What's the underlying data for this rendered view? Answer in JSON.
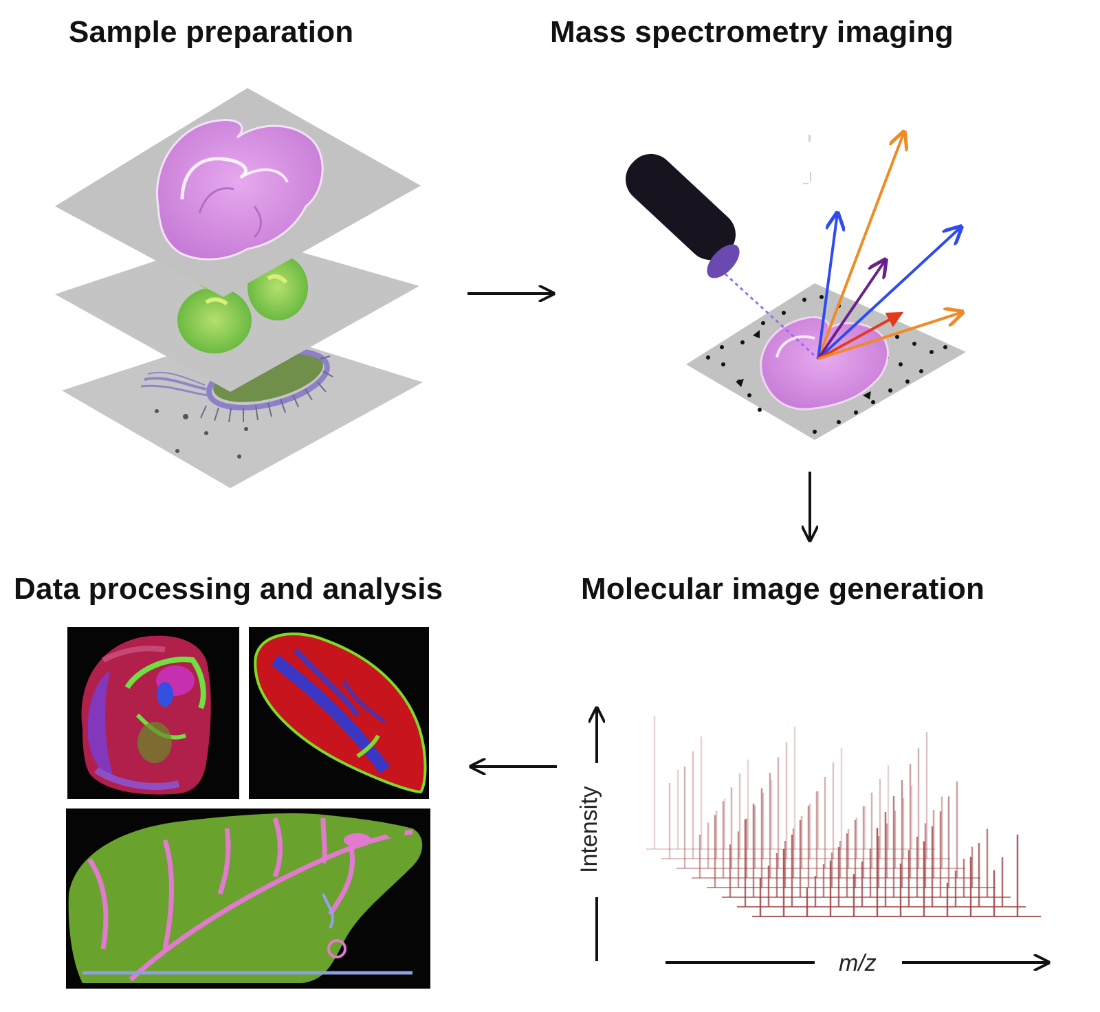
{
  "titles": {
    "sample_preparation": "Sample preparation",
    "ms_imaging": "Mass spectrometry imaging",
    "data_processing": "Data processing and analysis",
    "molecular_image": "Molecular image generation"
  },
  "axes": {
    "x_label": "m/z",
    "y_label": "Intensity"
  },
  "colors": {
    "slide_gray": "#c4c4c4",
    "brain_pink": "#d68ee0",
    "leaf_green": "#7bc94a",
    "ion_orange": "#f08a24",
    "ion_blue": "#2d4bf0",
    "ion_purple": "#6a1f8c",
    "ion_red": "#e33a1a",
    "spectrum_red": "#9b3a3a"
  }
}
